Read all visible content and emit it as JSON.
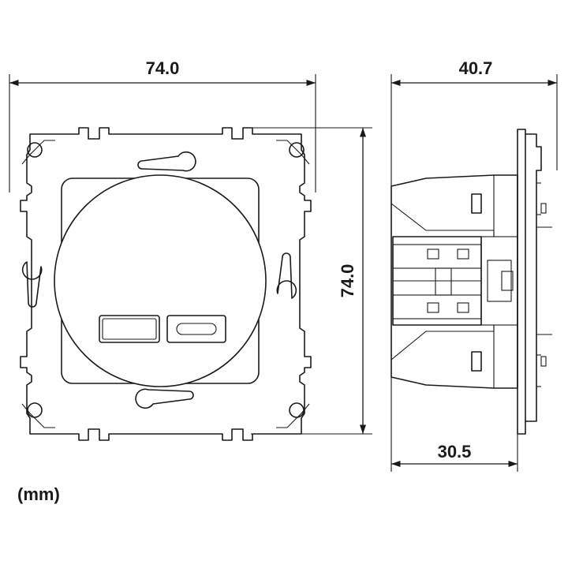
{
  "dimensions": {
    "front_width": "74.0",
    "front_height": "74.0",
    "side_depth": "40.7",
    "side_insert_depth": "30.5"
  },
  "units_label": "(mm)"
}
